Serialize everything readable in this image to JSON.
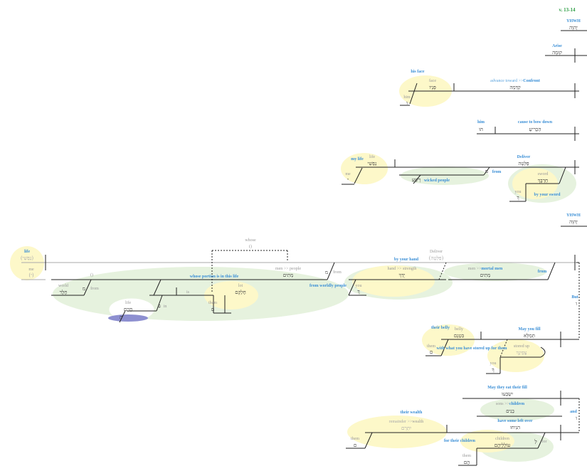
{
  "reference": "v. 13-14",
  "words": {
    "yhwh1_gloss": "YHWH",
    "yhwh1_heb": "יְהוָה",
    "arise_gloss": "Arise",
    "arise_heb": "קוּמָה",
    "his_face_gloss": "his face",
    "face_eng": "face",
    "face_heb": "פָּנָיו",
    "him1_eng": "him",
    "him1_heb": "ו",
    "confront_gloss_a": "advance toward >>",
    "confront_gloss_b": "Confront",
    "confront_heb": "קַדְּמָה",
    "him2_gloss": "him",
    "him2_heb": "הוּ",
    "bow_gloss": "cause to bow down",
    "bow_heb": "הַכְרִיעֵ",
    "my_life_gloss": "my life",
    "life1_eng": "life",
    "life1_heb": "נַפְשִׁי",
    "me1_eng": "me",
    "me1_heb": "י",
    "deliver1_gloss": "Deliver",
    "deliver1_heb": "פַּלְּטָה",
    "from1_heb": "מ",
    "from1_gloss": "from",
    "wicked_heb": "רָשָׁע",
    "wicked_gloss": "wicked people",
    "sword_eng": "sword",
    "sword_heb": "חַרְבֶּךָ",
    "you1_eng": "you",
    "you1_heb": "ךָ",
    "by_sword_gloss": "by your sword",
    "yhwh2_gloss": "YHWH",
    "yhwh2_heb": "יְהוָה",
    "life2_gloss": "life",
    "life2_heb": "(נַפְשִׁי)",
    "me2_eng": "me",
    "me2_heb": "(י)",
    "whose_eng": "whose",
    "whose_paren": "()",
    "deliver2_eng": "Deliver",
    "deliver2_heb": "(פַּלְּטָה)",
    "by_hand_gloss": "by your hand",
    "hand_eng": "hand >> strength",
    "hand_heb": "יָדְךָ",
    "you2_eng": "you",
    "you2_heb": "ךָ",
    "mortal_eng": "men >>",
    "mortal_gloss": "mortal men",
    "mortal_heb": "מְתִים",
    "from2_gloss": "from",
    "men_people_eng": "men >> people",
    "men_people_heb": "מְתִים",
    "from3_heb": "מ",
    "from3_eng": "from",
    "worldly_gloss": "from worldly people",
    "paren_empty": "()",
    "portion_gloss": "whose portion is in this life",
    "world_eng": "world",
    "world_heb": "חֶלֶד",
    "from4_heb": "מ",
    "from4_eng": "from",
    "is_eng": "is",
    "lot_eng": "lot",
    "lot_heb": "חֶלְקָם",
    "them1_eng": "them",
    "them1_heb": "ם",
    "life3_eng": "life",
    "life3_heb": "חַיִּים",
    "in_heb": "בַּ",
    "in_eng": "in",
    "the_heb": "ה",
    "but_gloss": "But",
    "but_heb": "ו",
    "their_belly_gloss": "their belly",
    "belly_eng": "belly",
    "belly_heb": "בִּטְנָם",
    "them2_eng": "them",
    "them2_heb": "ם",
    "fill_gloss": "May you fill",
    "fill_heb": "תְּמַלֵּא",
    "stored_eng": "stored up",
    "stored_heb": "צְפִינְךָ",
    "stored_gloss": "with what you have stored up for them",
    "you3_eng": "you",
    "you3_heb": "ךָ",
    "eat_gloss": "May they eat their fill",
    "eat_heb": "יִשְׂבְּעוּ",
    "sons_eng": "sons >>",
    "sons_gloss": "children",
    "sons_heb": "בָנִים",
    "and_gloss": "and",
    "and_heb": "ו",
    "wealth_gloss": "their wealth",
    "remainder_eng": "remainder >>",
    "remainder_b": "wealth",
    "remainder_heb": "יִתְרָם",
    "leftover_gloss": "have some left over",
    "leftover_heb": "הִנִּיחוּ",
    "them3_eng": "them",
    "them3_heb": "ם",
    "children_gloss": "for their children",
    "children_eng": "children",
    "children_heb": "עוֹלְלֵיהֶם",
    "for_eng": "for",
    "for_heb": "לְ",
    "them4_eng": "them",
    "them4_heb": "הֶם"
  },
  "colors": {
    "gloss": "#3b8fd6",
    "reference": "#2e9e45",
    "yellow": "#fdf8c9",
    "green": "#e6f2de",
    "purple": "#8d8fd0"
  }
}
